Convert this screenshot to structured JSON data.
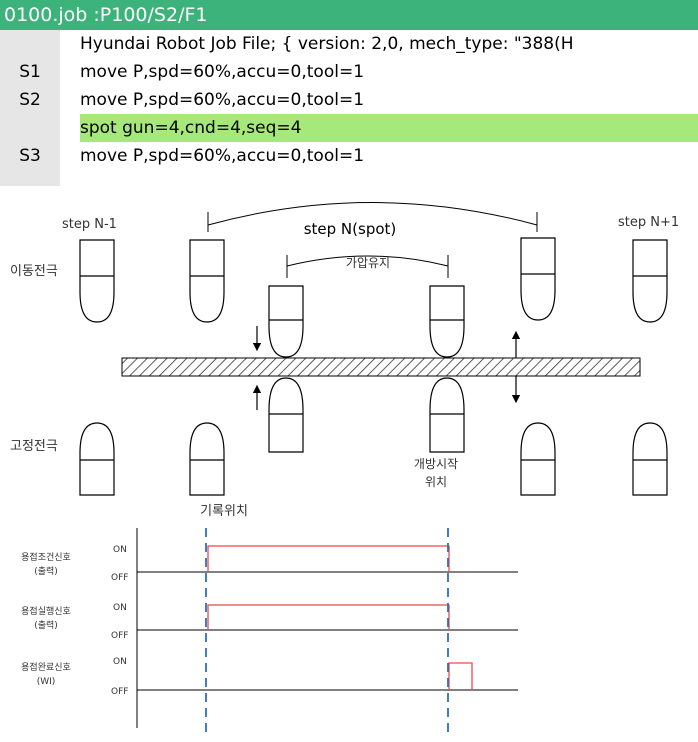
{
  "title": "0100.job  :P100/S2/F1",
  "code_lines": [
    {
      "ln": "",
      "text": "Hyundai Robot Job File; { version: 2,0, mech_type: \"388(H"
    },
    {
      "ln": "S1",
      "text": "move P,spd=60%,accu=0,tool=1"
    },
    {
      "ln": "S2",
      "text": "move P,spd=60%,accu=0,tool=1"
    },
    {
      "ln": "",
      "text": "spot gun=4,cnd=4,seq=4"
    },
    {
      "ln": "S3",
      "text": "move P,spd=60%,accu=0,tool=1"
    }
  ],
  "colors": {
    "header": "#3cb37a",
    "highlight": "#a6e87a",
    "signal": "#e84a4a",
    "marker": "#2a6fc9"
  },
  "diagram": {
    "step_prev": "step N-1",
    "step_spot": "step N(spot)",
    "step_next": "step N+1",
    "pressure_hold": "가압유지",
    "moving_electrode": "이동전극",
    "fixed_electrode": "고정전극",
    "open_start_line1": "개방시작",
    "open_start_line2": "위치",
    "record_position": "기록위치"
  },
  "timing": {
    "rows": [
      {
        "name1": "용접조건신호",
        "name2": "(출력)",
        "on": "ON",
        "off": "OFF"
      },
      {
        "name1": "용접실행신호",
        "name2": "(출력)",
        "on": "ON",
        "off": "OFF"
      },
      {
        "name1": "용접완료신호",
        "name2": "(WI)",
        "on": "ON",
        "off": "OFF"
      }
    ]
  }
}
